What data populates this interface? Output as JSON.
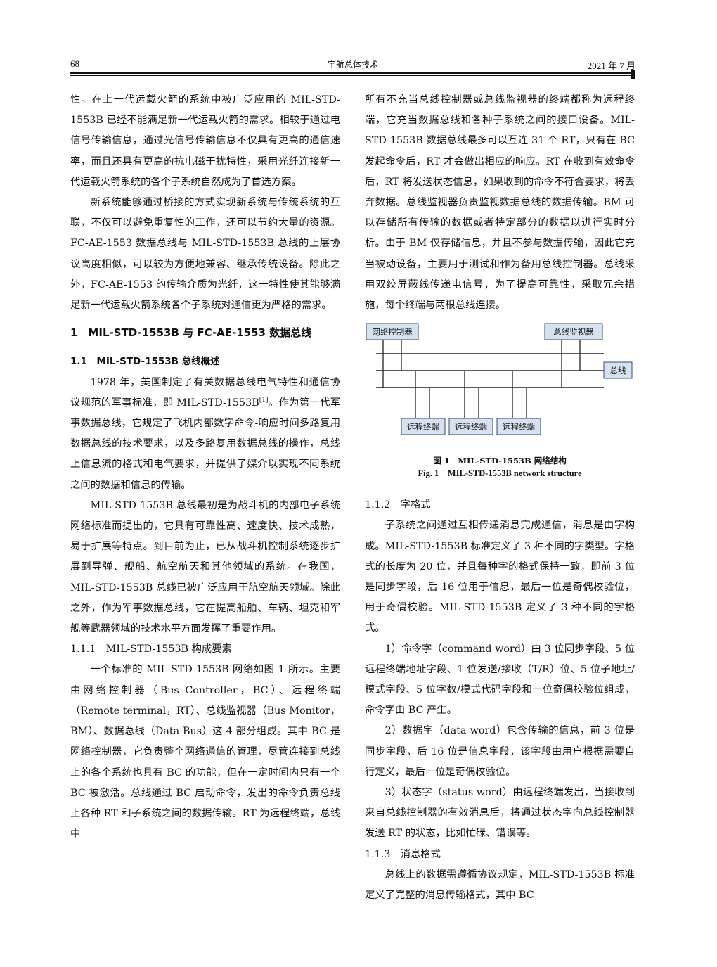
{
  "header": {
    "page": "68",
    "journal": "宇航总体技术",
    "date": "2021 年 7 月"
  },
  "left": {
    "p1": "性。在上一代运载火箭的系统中被广泛应用的 MIL-STD-1553B 已经不能满足新一代运载火箭的需求。相较于通过电信号传输信息，通过光信号传输信息不仅具有更高的通信速率，而且还具有更高的抗电磁干扰特性，采用光纤连接新一代运载火箭系统的各个子系统自然成为了首选方案。",
    "p2": "新系统能够通过桥接的方式实现新系统与传统系统的互联，不仅可以避免重复性的工作，还可以节约大量的资源。FC-AE-1553 数据总线与 MIL-STD-1553B 总线的上层协议高度相似，可以较为方便地兼容、继承传统设备。除此之外，FC-AE-1553 的传输介质为光纤，这一特性使其能够满足新一代运载火箭系统各个子系统对通信更为严格的需求。",
    "h1": "1　MIL-STD-1553B 与 FC-AE-1553 数据总线",
    "h11": "1.1　MIL-STD-1553B 总线概述",
    "p3a": "1978 年，美国制定了有关数据总线电气特性和通信协议规范的军事标准，即 MIL-STD-1553B",
    "p3ref": "[1]",
    "p3b": "。作为第一代军事数据总线，它规定了飞机内部数字命令-响应时间多路复用数据总线的技术要求，以及多路复用数据总线的操作，总线上信息流的格式和电气要求，并提供了媒介以实现不同系统之间的数据和信息的传输。",
    "p4": "MIL-STD-1553B 总线最初是为战斗机的内部电子系统网络标准而提出的，它具有可靠性高、速度快、技术成熟，易于扩展等特点。到目前为止，已从战斗机控制系统逐步扩展到导弹、舰船、航空航天和其他领域的系统。在我国，MIL-STD-1553B 总线已被广泛应用于航空航天领域。除此之外，作为军事数据总线，它在提高船舶、车辆、坦克和军舰等武器领域的技术水平方面发挥了重要作用。",
    "h111": "1.1.1　MIL-STD-1553B 构成要素",
    "p5": "一个标准的 MIL-STD-1553B 网络如图 1 所示。主要由网络控制器（Bus Controller，BC）、远程终端（Remote terminal，RT）、总线监视器（Bus Monitor，BM）、数据总线（Data Bus）这 4 部分组成。其中 BC 是网络控制器，它负责整个网络通信的管理，尽管连接到总线上的各个系统也具有 BC 的功能，但在一定时间内只有一个 BC 被激活。总线通过 BC 启动命令，发出的命令负责总线上各种 RT 和子系统之间的数据传输。RT 为远程终端，总线中"
  },
  "right": {
    "p1": "所有不充当总线控制器或总线监视器的终端都称为远程终端，它充当数据总线和各种子系统之间的接口设备。MIL-STD-1553B 数据总线最多可以互连 31 个 RT，只有在 BC 发起命令后，RT 才会做出相应的响应。RT 在收到有效命令后，RT 将发送状态信息，如果收到的命令不符合要求，将丢弃数据。总线监视器负责监视数据总线的数据传输。BM 可以存储所有传输的数据或者特定部分的数据以进行实时分析。由于 BM 仅存储信息，并且不参与数据传输，因此它充当被动设备，主要用于测试和作为备用总线控制器。总线采用双绞屏蔽线传递电信号，为了提高可靠性，采取冗余措施，每个终端与两根总线连接。",
    "figure": {
      "bc": "网络控制器",
      "bm": "总线监视器",
      "bus": "总线",
      "rt1": "远程终端",
      "rt2": "远程终端",
      "rt3": "远程终端",
      "caption_cn": "图 1　MIL-STD-1553B 网络结构",
      "caption_en": "Fig. 1　MIL-STD-1553B network structure"
    },
    "h112": "1.1.2　字格式",
    "p2": "子系统之间通过互相传递消息完成通信，消息是由字构成。MIL-STD-1553B 标准定义了 3 种不同的字类型。字格式的长度为 20 位，并且每种字的格式保持一致，即前 3 位是同步字段，后 16 位用于信息，最后一位是奇偶校验位，用于奇偶校验。MIL-STD-1553B 定义了 3 种不同的字格式。",
    "p3": "1）命令字（command word）由 3 位同步字段、5 位远程终端地址字段、1 位发送/接收（T/R）位、5 位子地址/模式字段、5 位字数/模式代码字段和一位奇偶校验位组成，命令字由 BC 产生。",
    "p4": "2）数据字（data word）包含传输的信息，前 3 位是同步字段，后 16 位是信息字段，该字段由用户根据需要自行定义，最后一位是奇偶校验位。",
    "p5": "3）状态字（status word）由远程终端发出，当接收到来自总线控制器的有效消息后，将通过状态字向总线控制器发送 RT 的状态，比如忙碌、错误等。",
    "h113": "1.1.3　消息格式",
    "p6": "总线上的数据需遵循协议规定，MIL-STD-1553B 标准定义了完整的消息传输格式，其中 BC"
  },
  "colors": {
    "box_fill": "#d7e2f0",
    "box_stroke": "#3b4a6b",
    "line": "#222222"
  }
}
